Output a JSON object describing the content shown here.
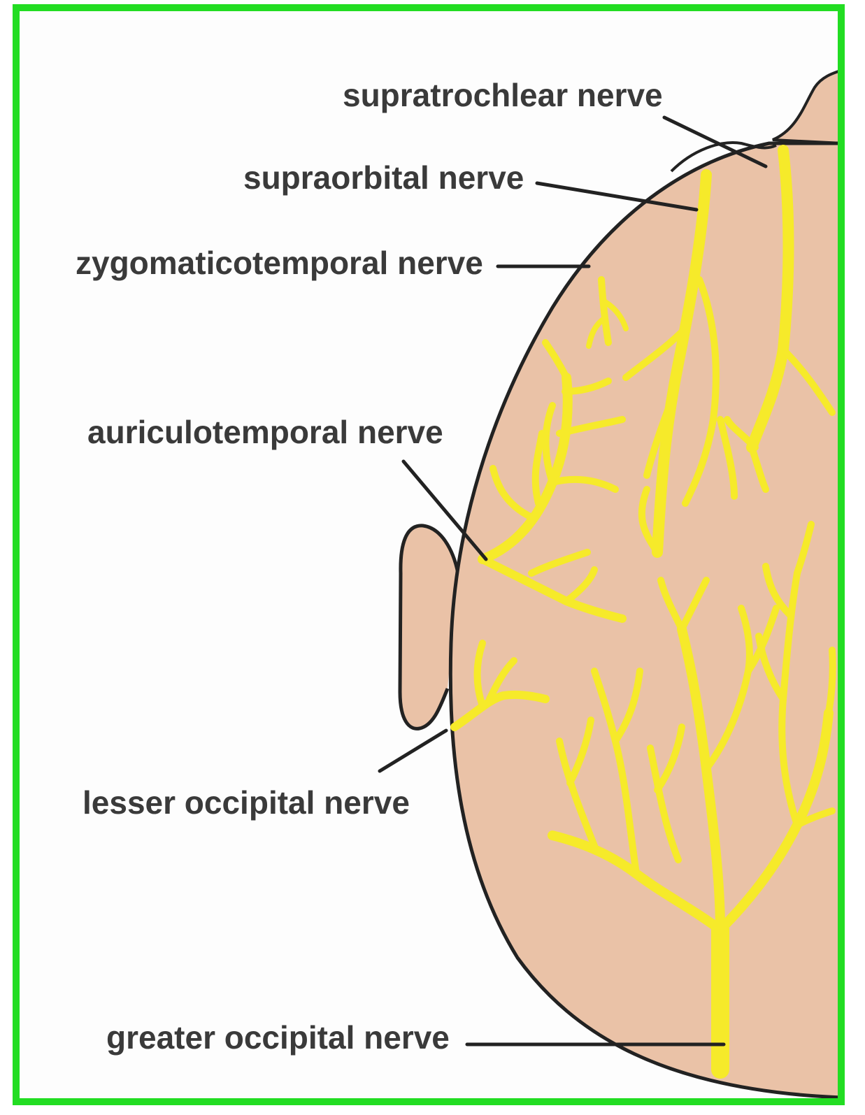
{
  "diagram": {
    "colors": {
      "border": "#22dd22",
      "skin": "#eac2a7",
      "outline": "#222222",
      "nerve": "#f6ea2a",
      "leader": "#222222",
      "label_text": "#3a3a3a"
    },
    "labels": {
      "supratrochlear": "supratrochlear nerve",
      "supraorbital": "supraorbital nerve",
      "zygomaticotemporal": "zygomaticotemporal nerve",
      "auriculotemporal": "auriculotemporal nerve",
      "lesser_occipital": "lesser occipital nerve",
      "greater_occipital": "greater occipital nerve"
    }
  }
}
